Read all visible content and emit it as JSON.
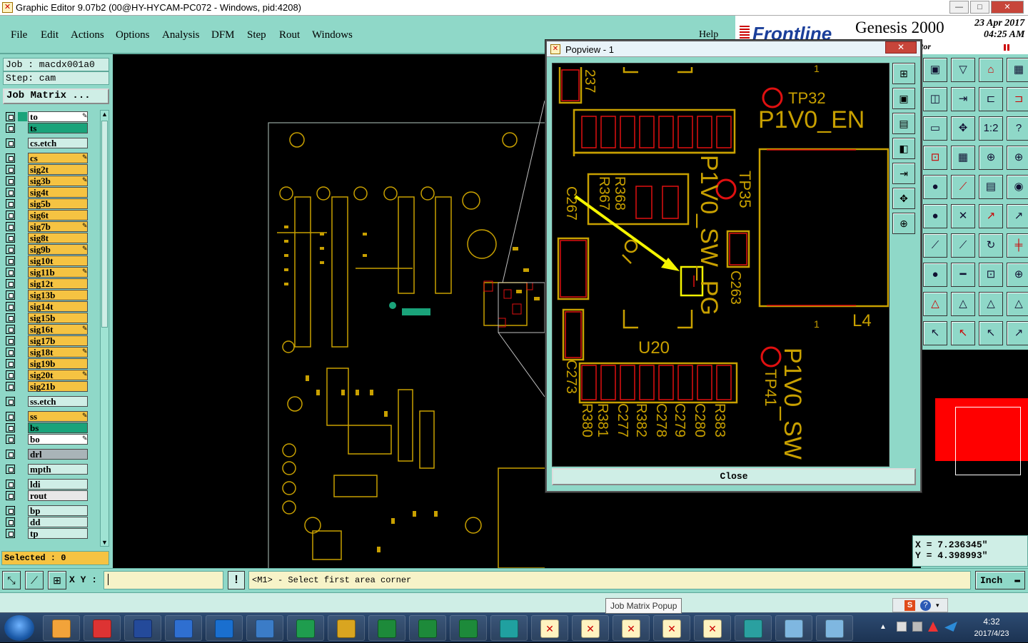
{
  "window": {
    "title": "Graphic Editor 9.07b2 (00@HY-HYCAM-PC072 - Windows, pid:4208)",
    "min": "—",
    "max": "□",
    "close": "✕"
  },
  "menu": [
    "File",
    "Edit",
    "Actions",
    "Options",
    "Analysis",
    "DFM",
    "Step",
    "Rout",
    "Windows"
  ],
  "help": "Help",
  "brand": {
    "logo": "Frontline",
    "product": "Genesis 2000",
    "date": "23 Apr 2017",
    "time": "04:25 AM",
    "sub": "tor"
  },
  "job": {
    "job_line": "Job : macdx001a0",
    "step_line": "Step: cam",
    "matrix_button": "Job Matrix ..."
  },
  "layers": [
    {
      "name": "to",
      "color": "#ffffff",
      "edit": true
    },
    {
      "name": "ts",
      "color": "#1aa37a",
      "edit": false
    },
    {
      "name": "cs.etch",
      "color": "#cfeee6",
      "edit": false
    },
    {
      "name": "cs",
      "color": "#f5c342",
      "edit": true
    },
    {
      "name": "sig2t",
      "color": "#f5c342",
      "edit": false
    },
    {
      "name": "sig3b",
      "color": "#f5c342",
      "edit": true
    },
    {
      "name": "sig4t",
      "color": "#f5c342",
      "edit": false
    },
    {
      "name": "sig5b",
      "color": "#f5c342",
      "edit": false
    },
    {
      "name": "sig6t",
      "color": "#f5c342",
      "edit": false
    },
    {
      "name": "sig7b",
      "color": "#f5c342",
      "edit": true
    },
    {
      "name": "sig8t",
      "color": "#f5c342",
      "edit": false
    },
    {
      "name": "sig9b",
      "color": "#f5c342",
      "edit": true
    },
    {
      "name": "sig10t",
      "color": "#f5c342",
      "edit": false
    },
    {
      "name": "sig11b",
      "color": "#f5c342",
      "edit": true
    },
    {
      "name": "sig12t",
      "color": "#f5c342",
      "edit": false
    },
    {
      "name": "sig13b",
      "color": "#f5c342",
      "edit": false
    },
    {
      "name": "sig14t",
      "color": "#f5c342",
      "edit": false
    },
    {
      "name": "sig15b",
      "color": "#f5c342",
      "edit": false
    },
    {
      "name": "sig16t",
      "color": "#f5c342",
      "edit": true
    },
    {
      "name": "sig17b",
      "color": "#f5c342",
      "edit": false
    },
    {
      "name": "sig18t",
      "color": "#f5c342",
      "edit": true
    },
    {
      "name": "sig19b",
      "color": "#f5c342",
      "edit": false
    },
    {
      "name": "sig20t",
      "color": "#f5c342",
      "edit": true
    },
    {
      "name": "sig21b",
      "color": "#f5c342",
      "edit": false
    },
    {
      "name": "ss.etch",
      "color": "#cfeee6",
      "edit": false
    },
    {
      "name": "ss",
      "color": "#f5c342",
      "edit": true
    },
    {
      "name": "bs",
      "color": "#1aa37a",
      "edit": false
    },
    {
      "name": "bo",
      "color": "#ffffff",
      "edit": true
    },
    {
      "name": "drl",
      "color": "#a9b4b8",
      "edit": false
    },
    {
      "name": "mpth",
      "color": "#cfeee6",
      "edit": false
    },
    {
      "name": "ldi",
      "color": "#cfeee6",
      "edit": false
    },
    {
      "name": "rout",
      "color": "#e8e8e8",
      "edit": false
    },
    {
      "name": "bp",
      "color": "#cfeee6",
      "edit": false
    },
    {
      "name": "dd",
      "color": "#cfeee6",
      "edit": false
    },
    {
      "name": "tp",
      "color": "#cfeee6",
      "edit": false
    }
  ],
  "selected": "Selected : 0",
  "popview": {
    "title": "Popview - 1",
    "close_button": "Close",
    "labels": {
      "l237": "237",
      "tp32": "TP32",
      "p1v0en": "P1V0_EN",
      "tp35": "TP35",
      "p1v0swpg": "P1V0_SW_PG",
      "r368": "R368",
      "r367": "R367",
      "c267": "C267",
      "c263": "C263",
      "u20": "U20",
      "l4": "L4",
      "one_a": "1",
      "one_b": "1",
      "tp41": "TP41",
      "p1v0sw": "P1V0_SW",
      "c273": "C273",
      "r380": "R380",
      "r381": "R381",
      "c277": "C277",
      "r382": "R382",
      "c278": "C278",
      "c279": "C279",
      "c280": "C280",
      "r383": "R383"
    }
  },
  "coords": {
    "x": "X = 7.236345\"",
    "y": "Y = 4.398993\""
  },
  "command": {
    "xy_label": "X Y :",
    "xy_value": "",
    "prompt": "<M1> - Select first area corner",
    "units": "Inch"
  },
  "tooltip": "Job Matrix Popup",
  "clock": {
    "time": "4:32",
    "date": "2017/4/23"
  },
  "colors": {
    "panel": "#8fd8c8",
    "copper": "#c8a000",
    "pad_red": "#e01010",
    "highlight": "#f5f500"
  }
}
